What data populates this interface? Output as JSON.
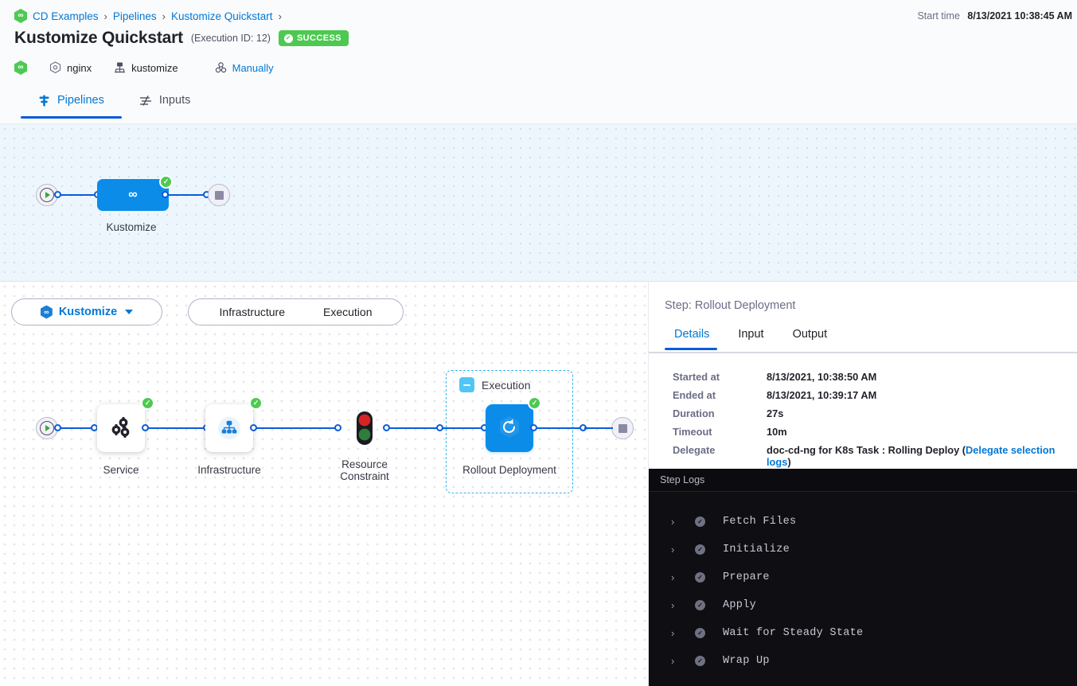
{
  "breadcrumb": {
    "logo_icon": "harness-hexagon-icon",
    "items": [
      {
        "label": "CD Examples"
      },
      {
        "label": "Pipelines"
      },
      {
        "label": "Kustomize Quickstart"
      }
    ],
    "separator": "›"
  },
  "header": {
    "title": "Kustomize Quickstart",
    "execution_id": "(Execution ID: 12)",
    "status_badge": "SUCCESS",
    "status_color": "#4dc952",
    "start_time_label": "Start time",
    "start_time_value": "8/13/2021 10:38:45 AM",
    "meta": {
      "harness_icon": "harness-hexagon-icon",
      "service_icon": "service-hexagon-icon",
      "service_name": "nginx",
      "manifest_icon": "kustomize-icon",
      "manifest_name": "kustomize",
      "trigger_icon": "trigger-manual-icon",
      "trigger_name": "Manually"
    }
  },
  "tabs": [
    {
      "label": "Pipelines",
      "icon": "pipeline-icon",
      "active": true
    },
    {
      "label": "Inputs",
      "icon": "inputs-icon",
      "active": false
    }
  ],
  "stage_graph": {
    "start_icon": "play-icon",
    "end_icon": "stop-icon",
    "stage": {
      "label": "Kustomize",
      "icon": "harness-hexagon-icon",
      "status": "success"
    }
  },
  "stage_selector": {
    "stage_pill": {
      "label": "Kustomize",
      "icon": "harness-hexagon-icon",
      "caret": "chevron-down-icon"
    },
    "section_tabs": [
      {
        "label": "Infrastructure"
      },
      {
        "label": "Execution"
      }
    ]
  },
  "execution_graph": {
    "start_icon": "play-icon",
    "end_icon": "stop-icon",
    "group": {
      "label": "Execution",
      "collapse_icon": "collapse-minus-icon"
    },
    "nodes": [
      {
        "label": "Service",
        "icon": "service-cogs-icon",
        "status": "success"
      },
      {
        "label": "Infrastructure",
        "icon": "infrastructure-hierarchy-icon",
        "status": "success"
      },
      {
        "label": "Resource Constraint",
        "icon": "traffic-light-icon",
        "status": "none"
      },
      {
        "label": "Rollout Deployment",
        "icon": "rollout-refresh-icon",
        "status": "success"
      }
    ]
  },
  "details_panel": {
    "step_title": "Step: Rollout Deployment",
    "tabs": [
      {
        "label": "Details",
        "active": true
      },
      {
        "label": "Input",
        "active": false
      },
      {
        "label": "Output",
        "active": false
      }
    ],
    "rows": [
      {
        "key": "Started at",
        "value": "8/13/2021, 10:38:50 AM"
      },
      {
        "key": "Ended at",
        "value": "8/13/2021, 10:39:17 AM"
      },
      {
        "key": "Duration",
        "value": "27s"
      },
      {
        "key": "Timeout",
        "value": "10m"
      }
    ],
    "delegate": {
      "key": "Delegate",
      "value_prefix": "doc-cd-ng for K8s Task : Rolling Deploy (",
      "link": "Delegate selection logs",
      "value_suffix": ")"
    }
  },
  "step_logs": {
    "header": "Step Logs",
    "entries": [
      {
        "label": "Fetch Files",
        "status": "success",
        "chevron": "chevron-right-icon"
      },
      {
        "label": "Initialize",
        "status": "success",
        "chevron": "chevron-right-icon"
      },
      {
        "label": "Prepare",
        "status": "success",
        "chevron": "chevron-right-icon"
      },
      {
        "label": "Apply",
        "status": "success",
        "chevron": "chevron-right-icon"
      },
      {
        "label": "Wait for Steady State",
        "status": "success",
        "chevron": "chevron-right-icon"
      },
      {
        "label": "Wrap Up",
        "status": "success",
        "chevron": "chevron-right-icon"
      }
    ]
  }
}
